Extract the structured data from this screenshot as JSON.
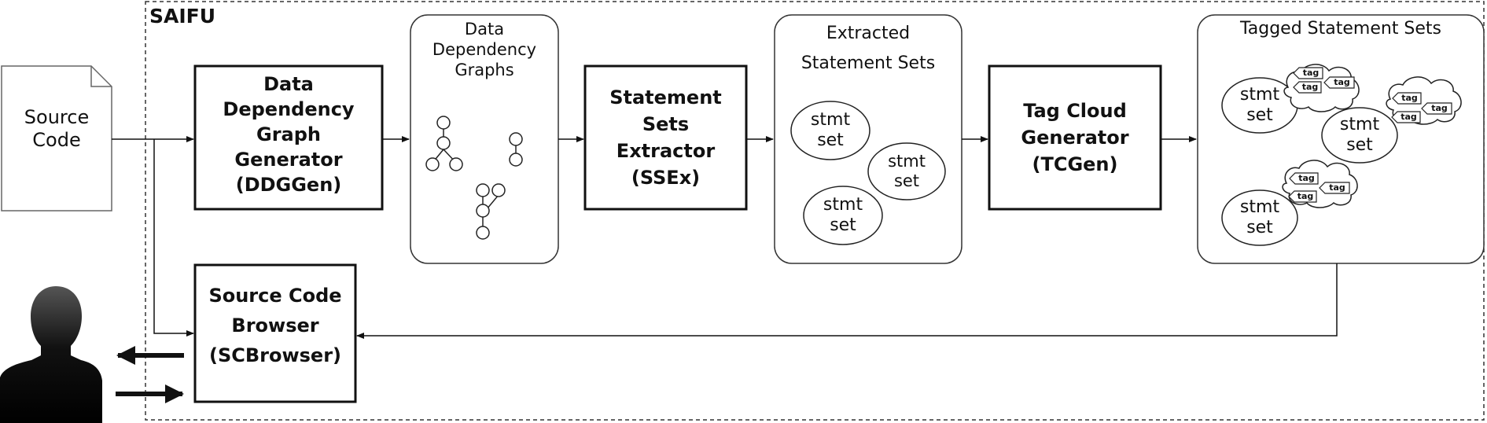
{
  "framework": {
    "title": "SAIFU"
  },
  "input": {
    "lines": [
      "Source",
      "Code"
    ]
  },
  "ddggen": {
    "lines": [
      "Data",
      "Dependency",
      "Graph",
      "Generator",
      "(DDGGen)"
    ]
  },
  "ddg": {
    "lines": [
      "Data",
      "Dependency",
      "Graphs"
    ]
  },
  "ssex": {
    "lines": [
      "Statement",
      "Sets",
      "Extractor",
      "(SSEx)"
    ]
  },
  "extracted": {
    "lines": [
      "Extracted",
      "Statement Sets"
    ],
    "item": [
      "stmt",
      "set"
    ]
  },
  "tcgen": {
    "lines": [
      "Tag Cloud",
      "Generator",
      "(TCGen)"
    ]
  },
  "tagged": {
    "title": "Tagged Statement Sets",
    "item": [
      "stmt",
      "set"
    ],
    "tag": "tag"
  },
  "browser": {
    "lines": [
      "Source Code",
      "Browser",
      "(SCBrowser)"
    ]
  },
  "icons": {
    "user": "user-silhouette-icon",
    "cloud": "tag-cloud-icon",
    "graph": "graph-icon"
  }
}
